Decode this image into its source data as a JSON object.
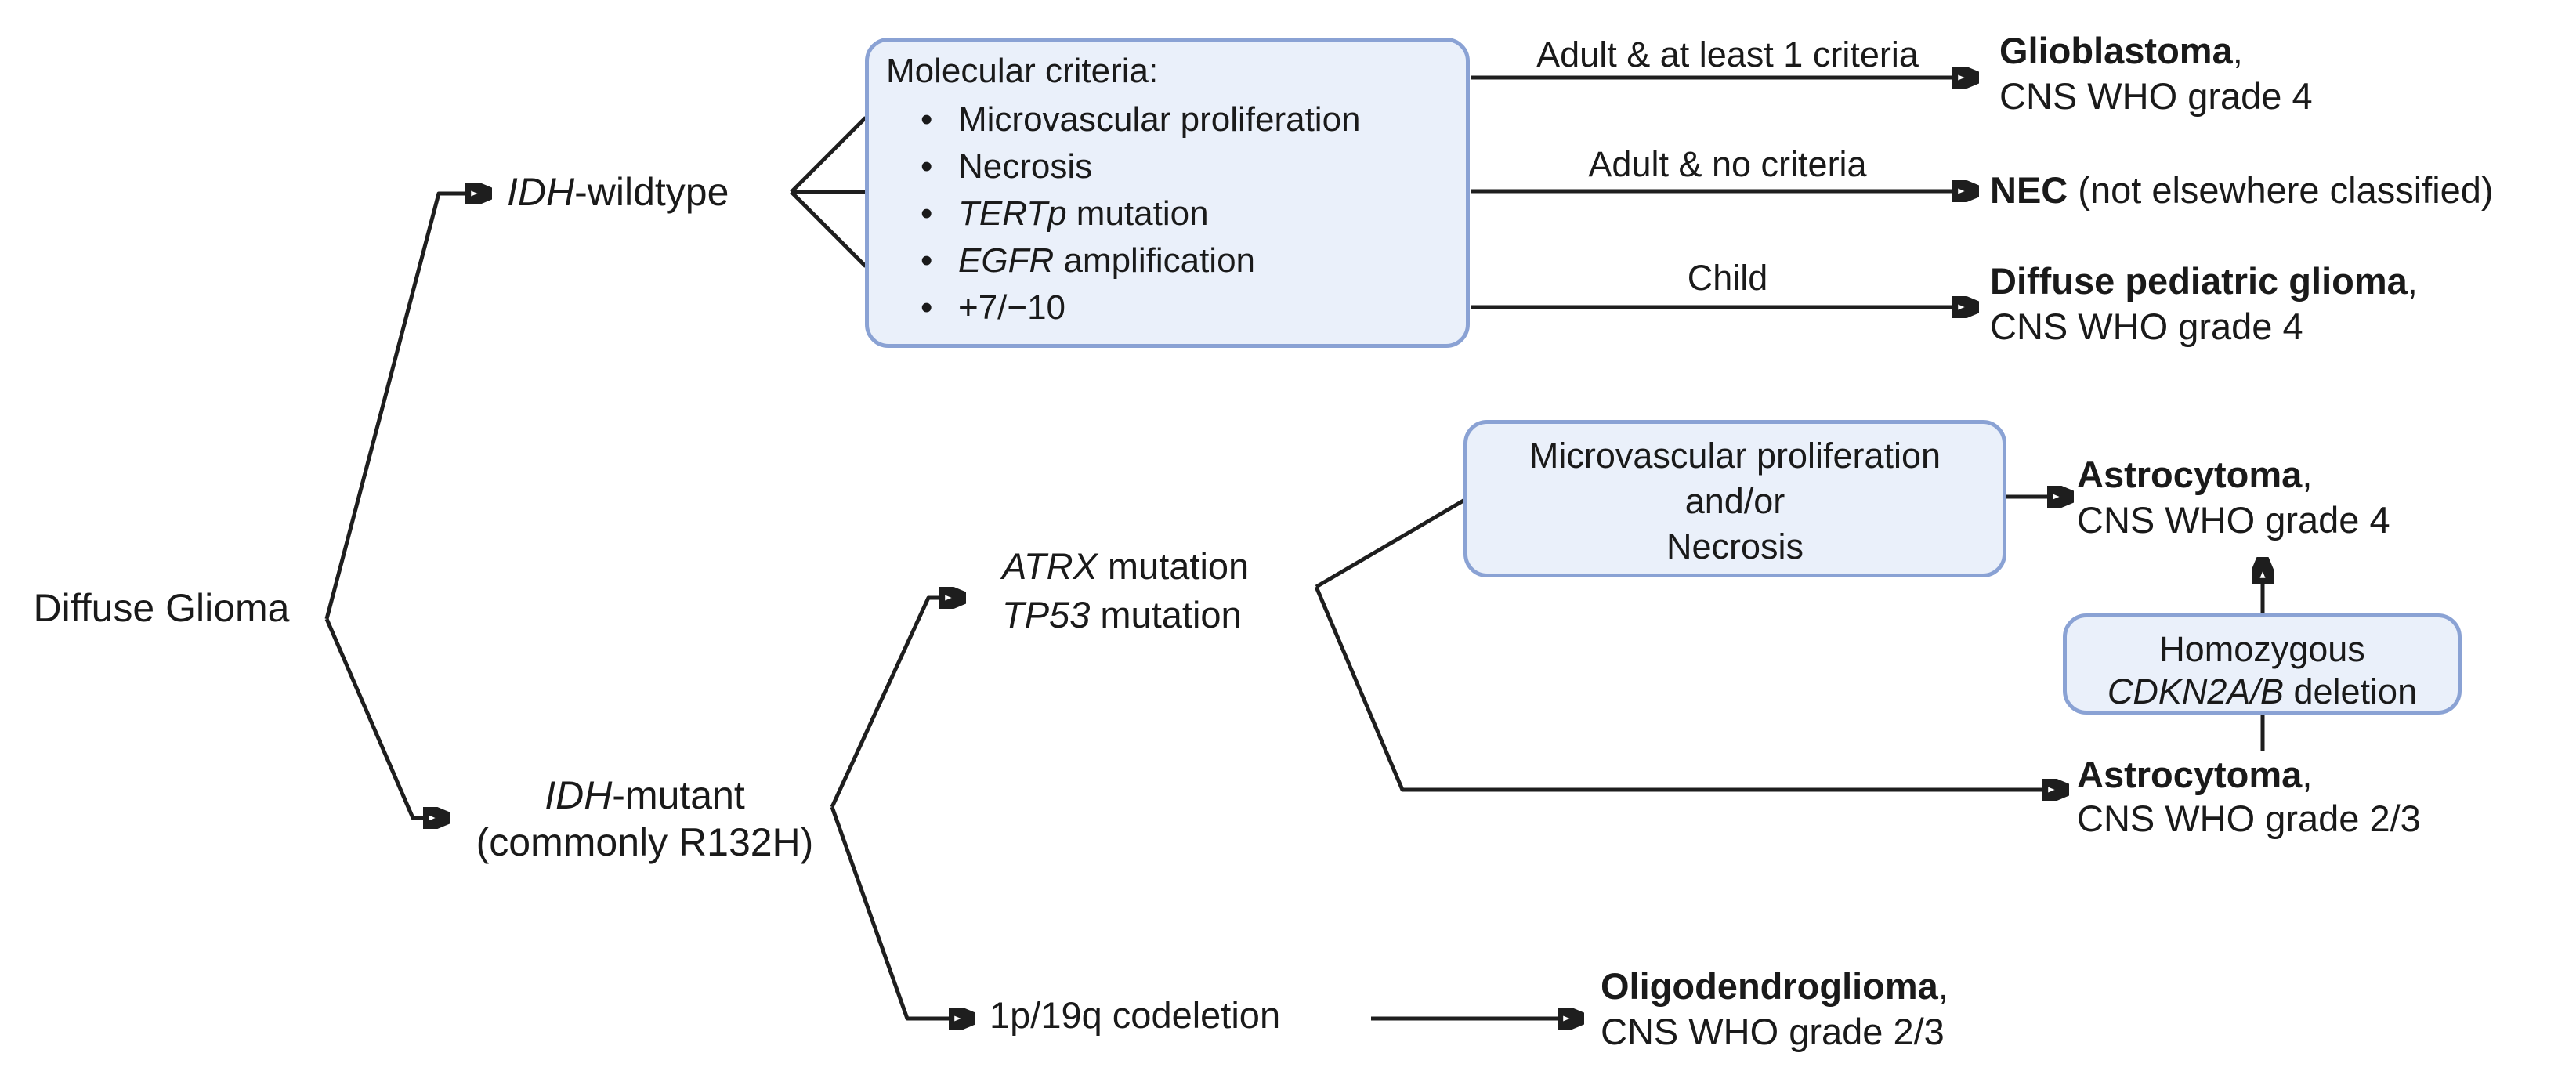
{
  "diagram": {
    "root_label": "Diffuse Glioma",
    "idh_wildtype": {
      "gene": "IDH",
      "rest": "-wildtype"
    },
    "idh_mutant": {
      "gene": "IDH",
      "rest": "-mutant",
      "sub": "(commonly R132H)"
    },
    "criteria_box": {
      "title": "Molecular criteria:",
      "bullet_glyph": "•",
      "bullets": [
        {
          "gene": "",
          "text": "Microvascular proliferation"
        },
        {
          "gene": "",
          "text": "Necrosis"
        },
        {
          "gene": "TERTp",
          "text": " mutation"
        },
        {
          "gene": "EGFR",
          "text": " amplification"
        },
        {
          "gene": "",
          "text": "+7/−10"
        }
      ]
    },
    "branch_labels": {
      "adult_at_least_1": "Adult & at least 1 criteria",
      "adult_no_criteria": "Adult & no criteria",
      "child": "Child"
    },
    "atrx_node": {
      "gene1": "ATRX",
      "rest1": " mutation",
      "gene2": "TP53",
      "rest2": " mutation"
    },
    "mvp_box": {
      "line1": "Microvascular proliferation",
      "line2": "and/or",
      "line3": "Necrosis"
    },
    "cdkn_box": {
      "line1": "Homozygous",
      "gene": "CDKN2A/B",
      "rest": " deletion"
    },
    "codeletion_label": "1p/19q codeletion",
    "outcomes": {
      "glioblastoma": {
        "name": "Glioblastoma",
        "sep": ",",
        "grade": "CNS WHO grade 4"
      },
      "nec": {
        "name": "NEC",
        "desc": " (not elsewhere classified)"
      },
      "pediatric": {
        "name": "Diffuse pediatric glioma",
        "sep": ",",
        "grade": "CNS WHO grade 4"
      },
      "astrocytoma_4": {
        "name": "Astrocytoma",
        "sep": ",",
        "grade": "CNS WHO grade 4"
      },
      "astrocytoma_23": {
        "name": "Astrocytoma",
        "sep": ",",
        "grade": "CNS WHO grade 2/3"
      },
      "oligodendroglioma": {
        "name": "Oligodendroglioma",
        "sep": ",",
        "grade": "CNS WHO grade 2/3"
      }
    }
  },
  "colors": {
    "box_fill": "#eaf0fa",
    "box_border": "#8aa2d4",
    "line": "#1e1e1e",
    "text": "#1a1a1a",
    "bg": "#ffffff"
  }
}
